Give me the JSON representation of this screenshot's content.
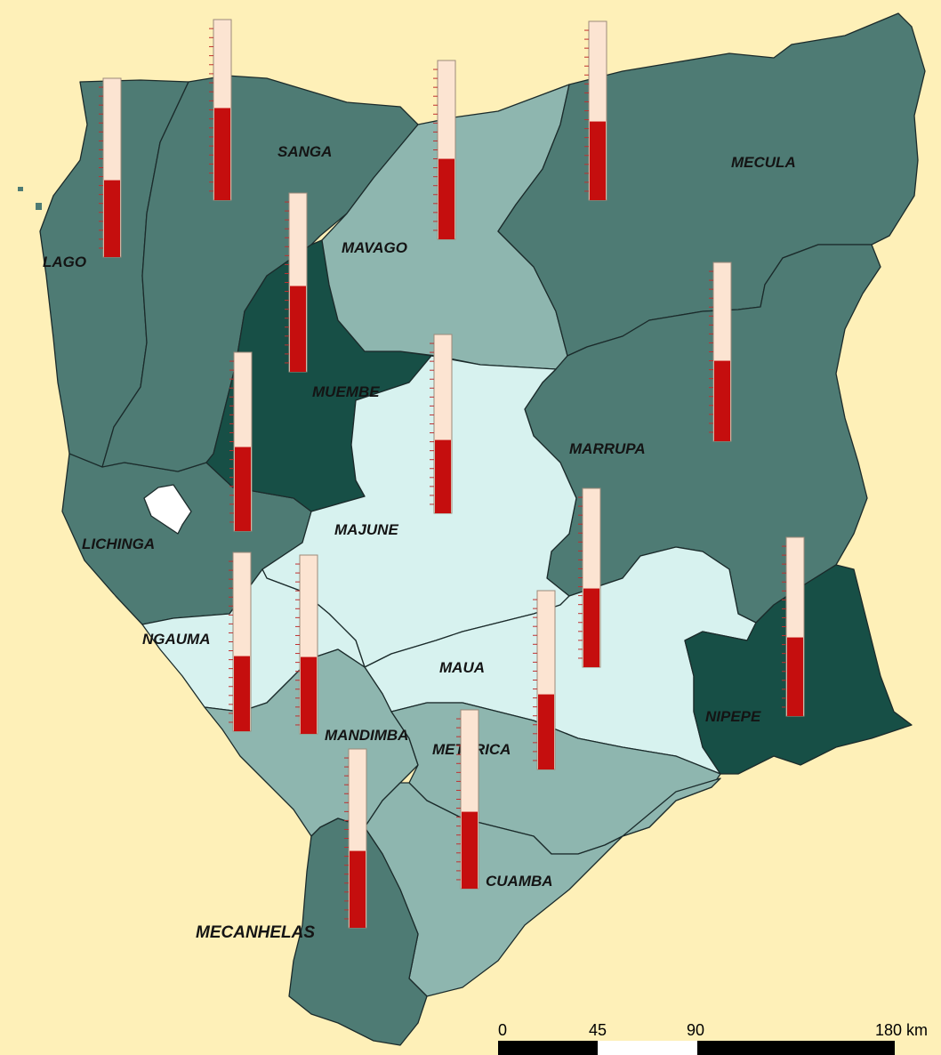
{
  "colors": {
    "background": "#FEF0B8",
    "class_1": "#D7F2EF",
    "class_2": "#8EB6AF",
    "class_3": "#4E7B74",
    "class_4": "#174F46",
    "outside": "#FFFFFF",
    "thermometer_fill": "#C50E0E",
    "thermometer_empty": "#FCE4D2"
  },
  "districts": [
    {
      "id": "lago",
      "label": "LAGO",
      "fill_class": "class_3",
      "thermometer_level": 0.43
    },
    {
      "id": "sanga",
      "label": "SANGA",
      "fill_class": "class_3",
      "thermometer_level": 0.51
    },
    {
      "id": "mavago",
      "label": "MAVAGO",
      "fill_class": "class_2",
      "thermometer_level": 0.45
    },
    {
      "id": "mecula",
      "label": "MECULA",
      "fill_class": "class_3",
      "thermometer_level": 0.44
    },
    {
      "id": "muembe",
      "label": "MUEMBE",
      "fill_class": "class_4",
      "thermometer_level": 0.48
    },
    {
      "id": "marrupa",
      "label": "MARRUPA",
      "fill_class": "class_3",
      "thermometer_level": 0.45
    },
    {
      "id": "majune",
      "label": "MAJUNE",
      "fill_class": "class_1",
      "thermometer_level": 0.41
    },
    {
      "id": "lichinga",
      "label": "LICHINGA",
      "fill_class": "class_3",
      "thermometer_level": 0.47
    },
    {
      "id": "ngauma",
      "label": "NGAUMA",
      "fill_class": "class_1",
      "thermometer_level": 0.42
    },
    {
      "id": "mandimba",
      "label": "MANDIMBA",
      "fill_class": "class_2",
      "thermometer_level": 0.43
    },
    {
      "id": "maua",
      "label": "MAUA",
      "fill_class": "class_1",
      "thermometer_level": 0.42
    },
    {
      "id": "metarica",
      "label": "METARICA",
      "fill_class": "class_2",
      "thermometer_level": 0.44
    },
    {
      "id": "nipepe",
      "label": "NIPEPE",
      "fill_class": "class_4",
      "thermometer_level": 0.44
    },
    {
      "id": "cuamba",
      "label": "CUAMBA",
      "fill_class": "class_2",
      "thermometer_level": 0.43
    },
    {
      "id": "mecanhelas",
      "label": "MECANHELAS",
      "fill_class": "class_3",
      "thermometer_level": 0.43
    }
  ],
  "scale_bar": {
    "ticks": [
      "0",
      "45",
      "90",
      "180 km"
    ]
  }
}
